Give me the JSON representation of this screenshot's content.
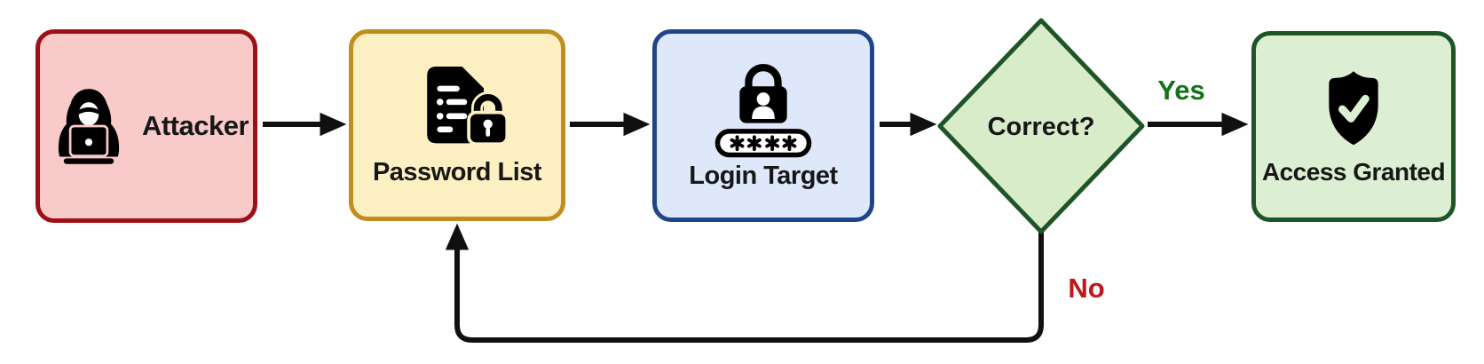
{
  "diagram": {
    "type": "flowchart",
    "title": "",
    "nodes": {
      "attacker": {
        "label": "Attacker",
        "shape": "rounded-rect",
        "icon": "hacker-at-laptop-icon"
      },
      "password_list": {
        "label": "Password List",
        "shape": "rounded-rect",
        "icon": "document-lock-icon"
      },
      "login_target": {
        "label": "Login Target",
        "shape": "rounded-rect",
        "icon": "lock-user-password-icon"
      },
      "decision": {
        "label": "Correct?",
        "shape": "diamond"
      },
      "access_granted": {
        "label": "Access Granted",
        "shape": "rounded-rect",
        "icon": "shield-check-icon"
      }
    },
    "edges": {
      "yes_label": "Yes",
      "no_label": "No",
      "flow": [
        "attacker -> password_list",
        "password_list -> login_target",
        "login_target -> decision",
        "decision -(Yes)-> access_granted",
        "decision -(No)-> password_list"
      ]
    },
    "theme": {
      "attacker-fill": "#f9caca",
      "attacker-border": "#9e1016",
      "password-fill": "#fcf0c2",
      "password-border": "#c08e1c",
      "login-fill": "#dfe8fa",
      "login-border": "#1f4586",
      "decision-fill": "#d9ecc9",
      "decision-border": "#1e5526",
      "access-fill": "#ddefd3",
      "access-border": "#1e5526",
      "check": "#dcf0d4",
      "arrow": "#101010",
      "yes": "#15721c",
      "no": "#c1161b",
      "text": "#171717",
      "background": "#fefefe"
    }
  }
}
